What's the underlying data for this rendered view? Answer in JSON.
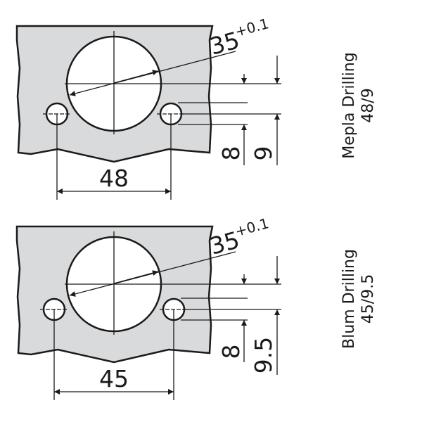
{
  "colors": {
    "plate": "#d9dadb",
    "line": "#1a1a1a",
    "hole": "#ffffff"
  },
  "diagrams": [
    {
      "title": "Mepla Drilling",
      "subtitle": "48/9",
      "diameter": "35",
      "tolerance": "+0.1",
      "hole_spacing": "48",
      "dim_a": "8",
      "dim_b": "9"
    },
    {
      "title": "Blum Drilling",
      "subtitle": "45/9.5",
      "diameter": "35",
      "tolerance": "+0.1",
      "hole_spacing": "45",
      "dim_a": "8",
      "dim_b": "9.5"
    }
  ]
}
